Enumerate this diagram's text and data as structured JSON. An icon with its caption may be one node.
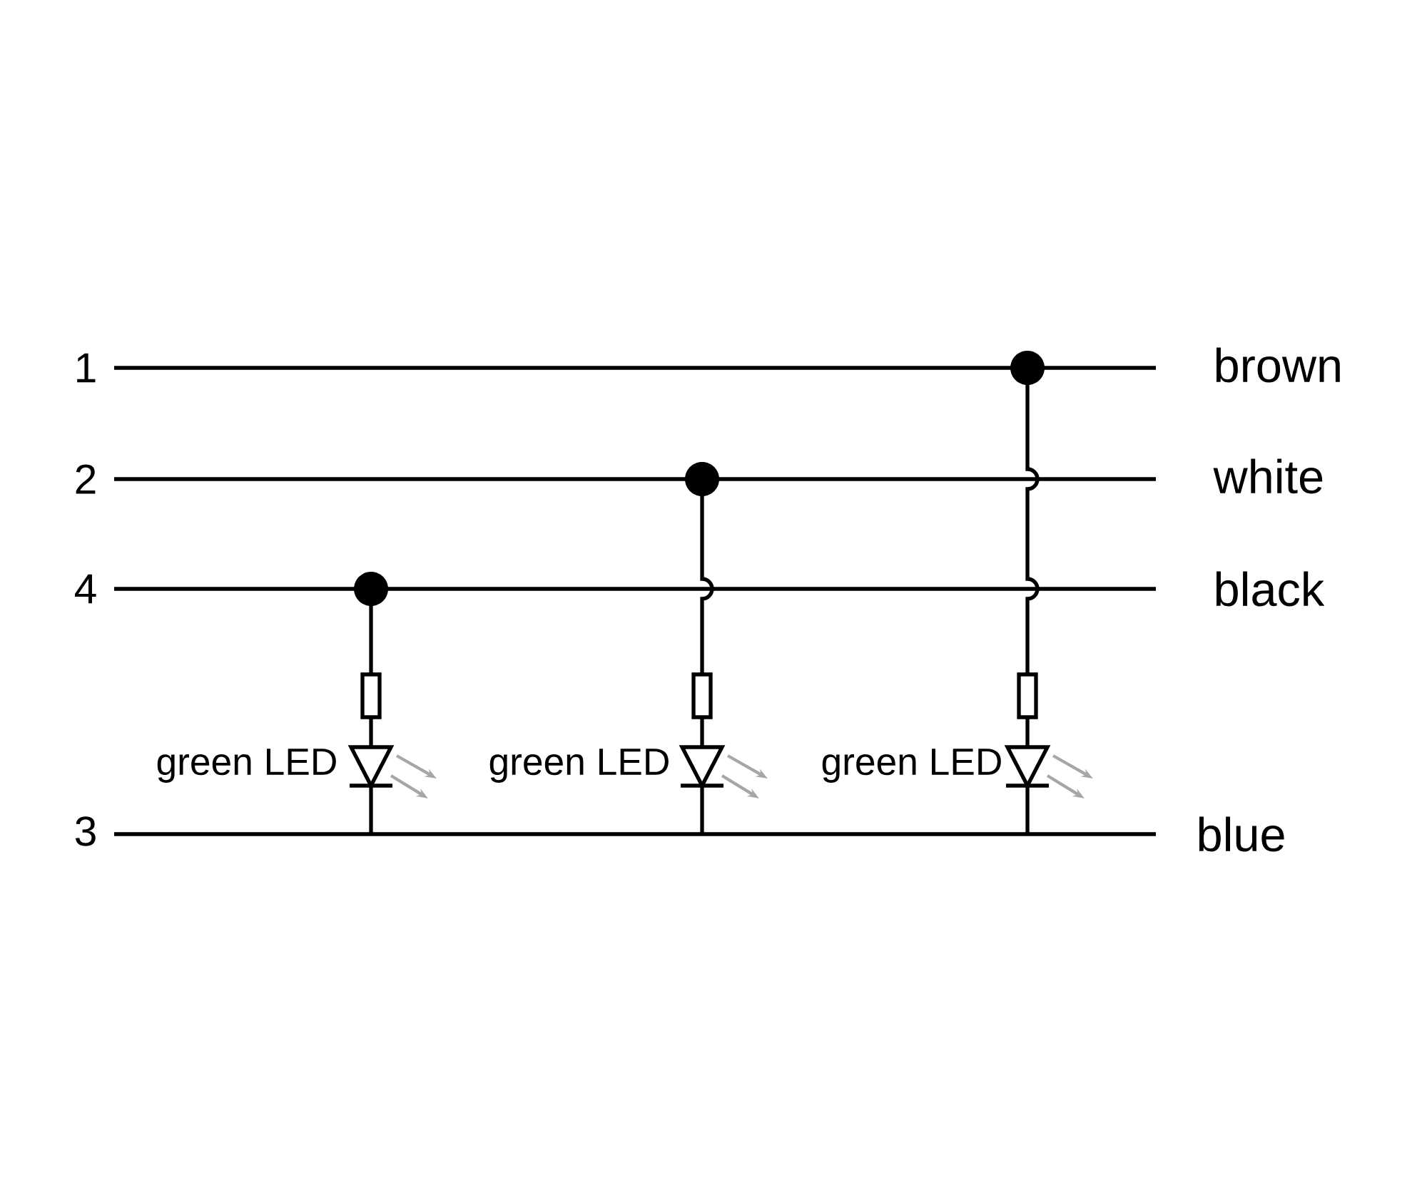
{
  "diagram": {
    "labels": [
      "1",
      "brown",
      "2",
      "white",
      "4",
      "black",
      "green LED",
      "green LED",
      "green LED",
      "3",
      "blue"
    ]
  }
}
